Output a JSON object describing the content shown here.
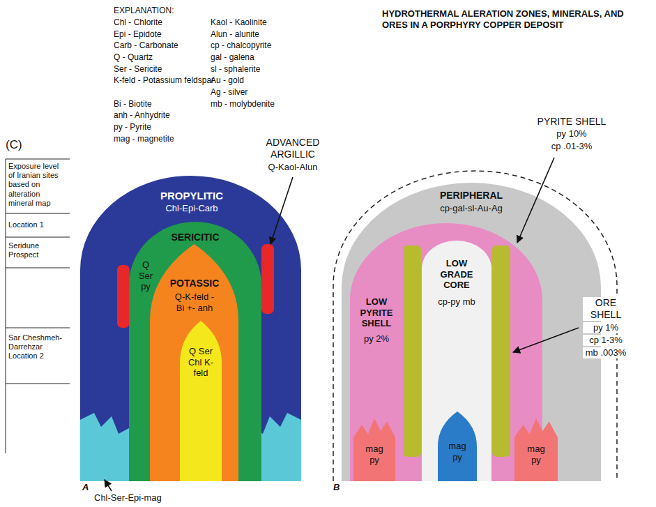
{
  "diagram": {
    "title": "HYDROTHERMAL ALERATION ZONES, MINERALS, AND ORES IN A PORPHYRY COPPER DEPOSIT",
    "nodes": [
      {
        "text": [
          "PROPYLITIC",
          "Chl-Epi-Carb"
        ]
      },
      {
        "text": [
          "SERICITIC",
          "Q Ser py"
        ],
        "in": 0
      },
      {
        "text": [
          "POTASSIC",
          "Q-K-feld -Bi +- anh"
        ],
        "in": 1
      },
      {
        "text": [
          "Q Ser Chl K-feld"
        ],
        "in": 2
      },
      {
        "text": [
          "PERIPHERAL",
          "cp-gal-sl-Au-Ag"
        ]
      },
      {
        "text": [
          "LOW PYRITE SHELL",
          "py 2%"
        ],
        "in": 4
      },
      {
        "text": [
          "LOW GRADE CORE",
          "cp-py mb"
        ],
        "in": 5
      },
      {
        "text": [
          "mag py"
        ],
        "in": 6
      },
      {
        "text": [
          "mag py"
        ],
        "in": 4
      },
      {
        "text": [
          "mag py"
        ],
        "in": 4
      }
    ],
    "labels": [
      "EXPLANATION:",
      "Chl - Chlorite",
      "Epi - Epidote",
      "Carb - Carbonate",
      "Q - Quartz",
      "Ser - Sericite",
      "K-feld - Potassium feldspar",
      "Bi - Biotite",
      "anh - Anhydrite",
      "py - Pyrite",
      "mag - magnetite",
      "Kaol - Kaolinite",
      "Alun - alunite",
      "cp - chalcopyrite",
      "gal - galena",
      "sl - sphalerite",
      "Au - gold",
      "Ag - silver",
      "mb - molybdenite",
      "(C)",
      "Exposure level of Iranian sites based on alteration mineral map",
      "Location 1",
      "Seridune Prospect",
      "Sar Cheshmeh-Darrehzar Location 2",
      "ADVANCED ARGILLIC",
      "Q-Kaol-Alun",
      "Chl-Ser-Epi-mag",
      "A",
      "B",
      "PYRITE SHELL",
      "py 10%",
      "cp .01-3%",
      "ORE SHELL",
      "py 1%",
      "cp 1-3%",
      "mb .003%"
    ]
  }
}
